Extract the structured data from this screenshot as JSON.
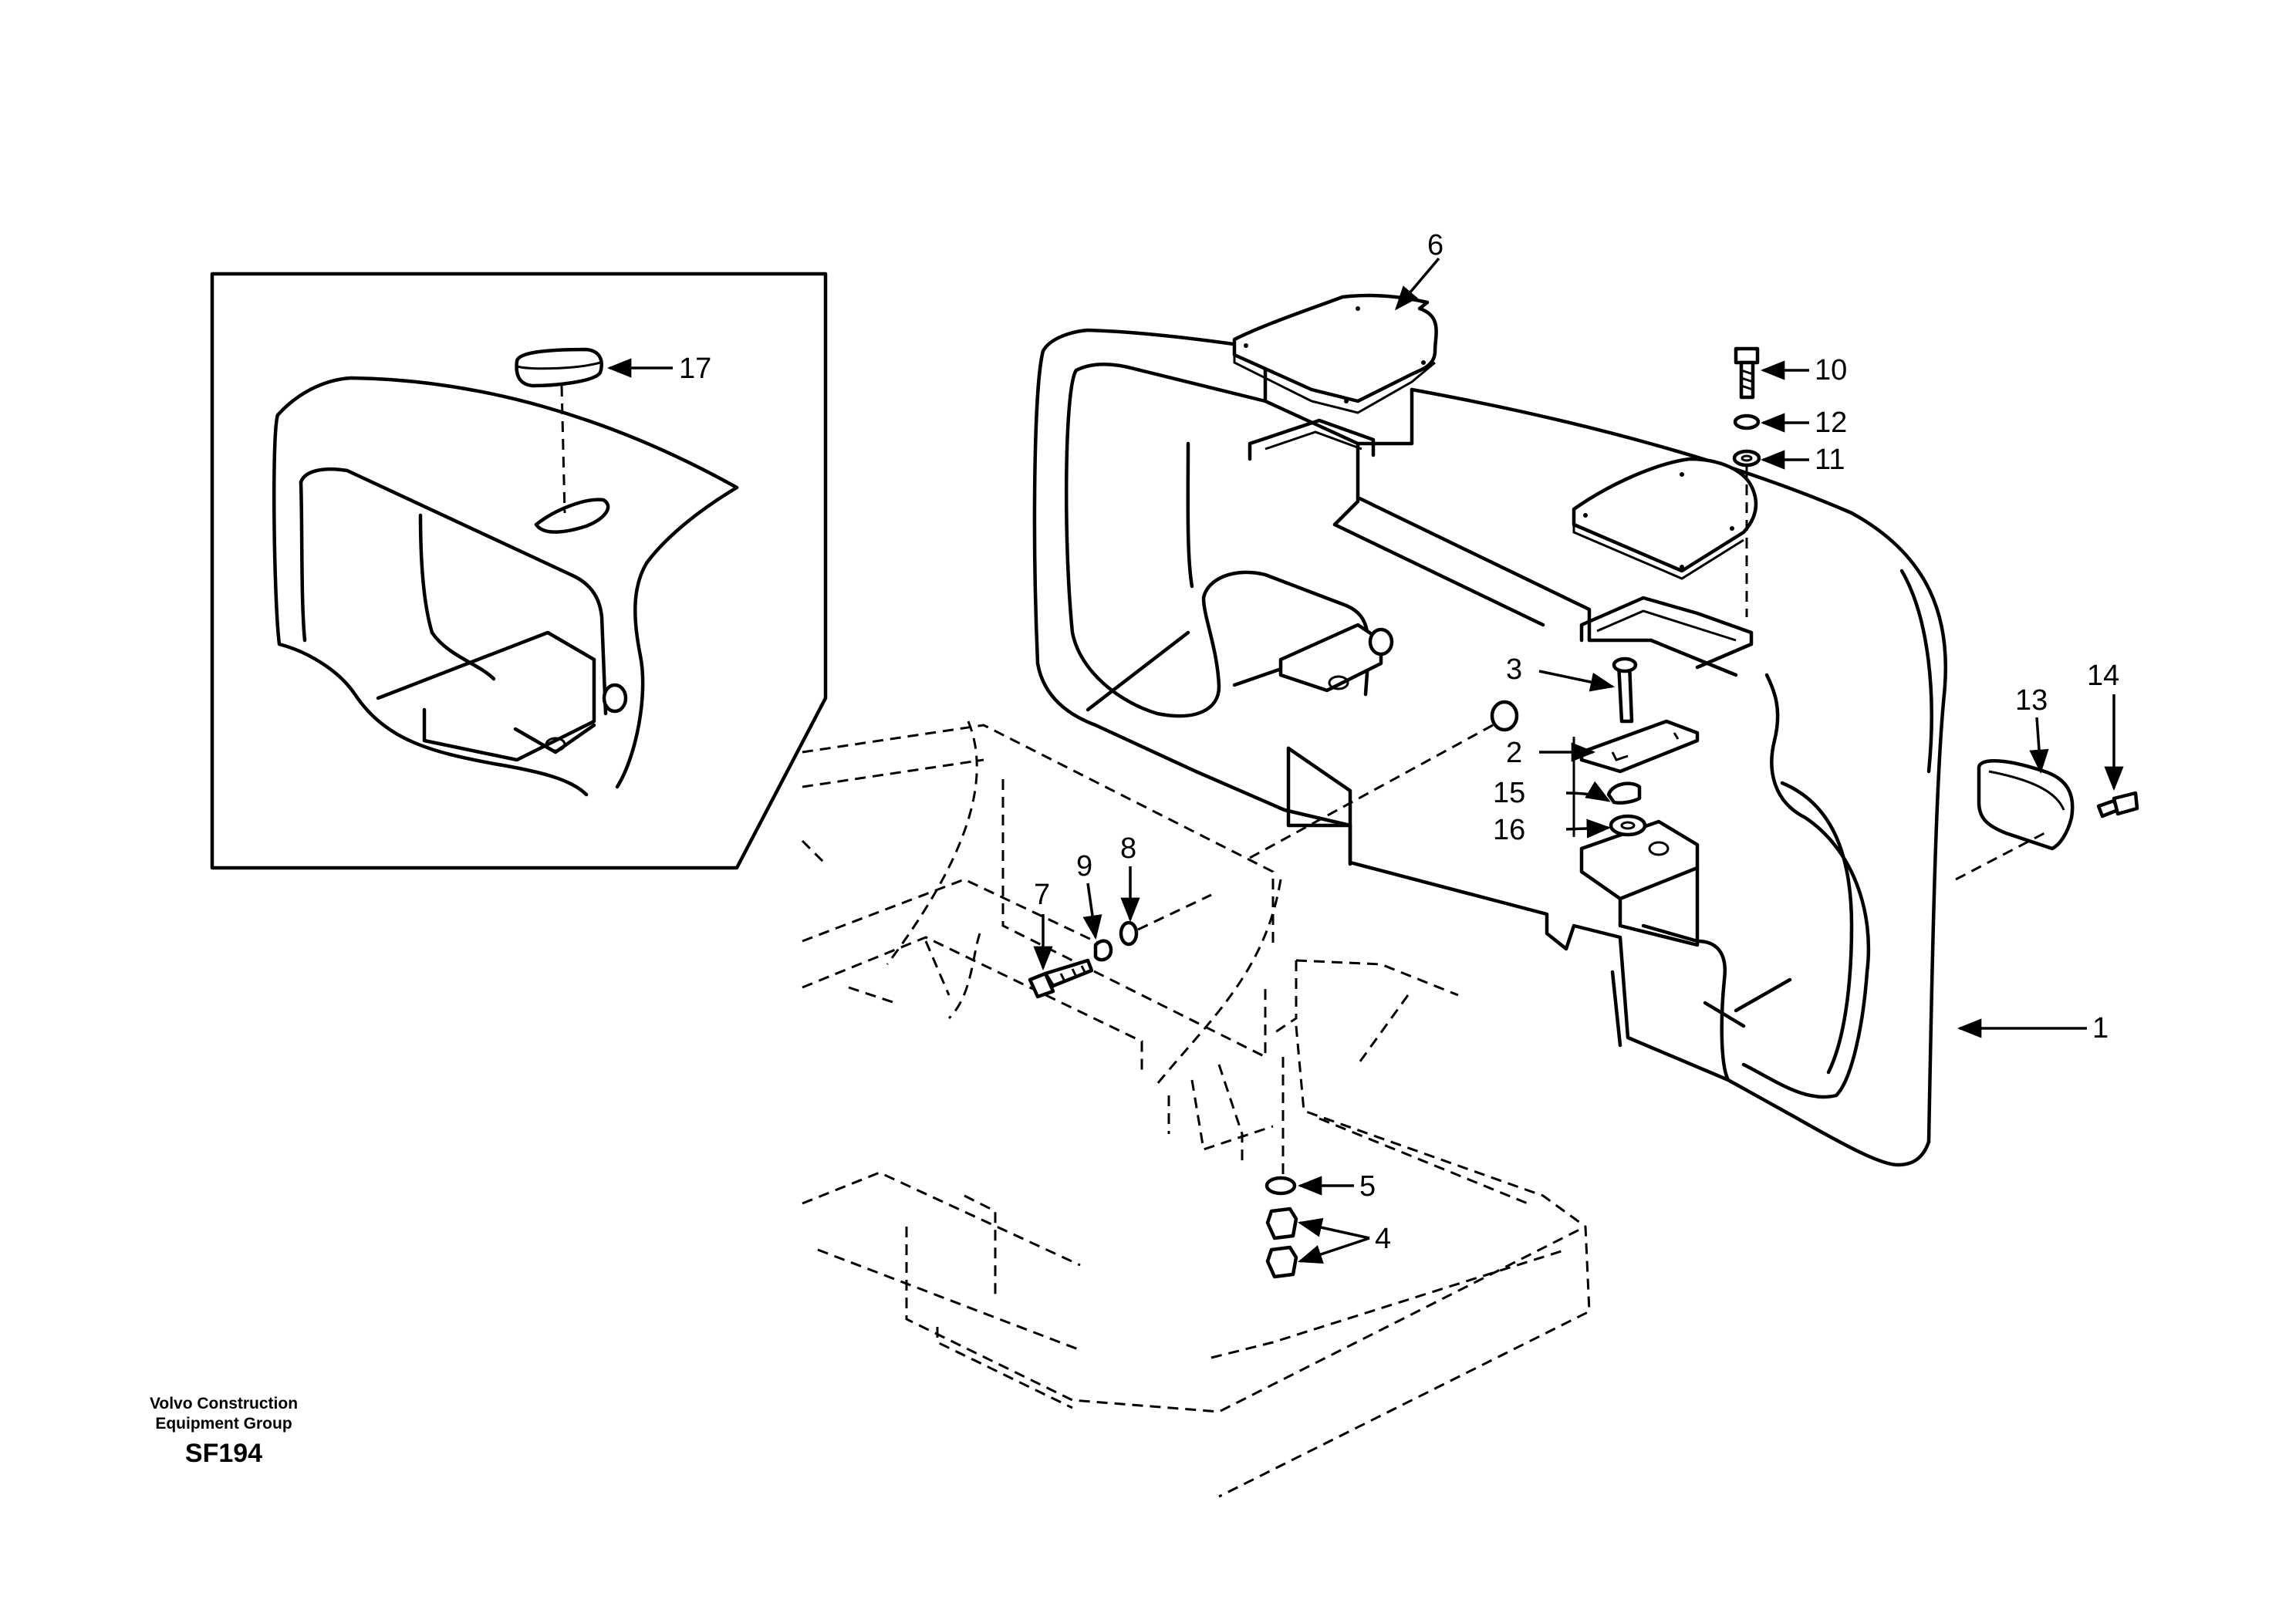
{
  "drawing": {
    "maker_line1": "Volvo Construction",
    "maker_line2": "Equipment Group",
    "code": "SF194"
  },
  "callouts": [
    "1",
    "2",
    "3",
    "4",
    "5",
    "6",
    "7",
    "8",
    "9",
    "10",
    "11",
    "12",
    "13",
    "14",
    "15",
    "16",
    "17"
  ]
}
